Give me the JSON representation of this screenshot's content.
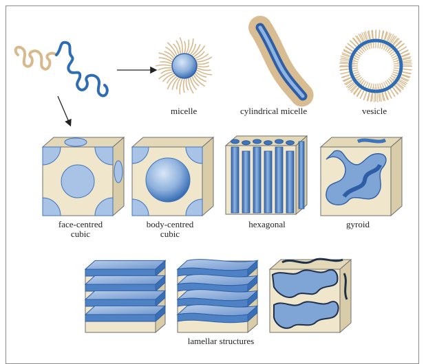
{
  "colors": {
    "polymer_tan": "#d7b98c",
    "polymer_blue": "#2e6db3",
    "cube_face": "#efe6cc",
    "cube_edge": "#6e6e6e",
    "domain_fill": "#a9c3e6",
    "domain_dark": "#3d74bd",
    "frame": "#8a8a8a"
  },
  "labels": {
    "micelle": "micelle",
    "cylindrical_micelle": "cylindrical micelle",
    "vesicle": "vesicle",
    "fcc_line1": "face-centred",
    "fcc_line2": "cubic",
    "bcc_line1": "body-centred",
    "bcc_line2": "cubic",
    "hexagonal": "hexagonal",
    "gyroid": "gyroid",
    "lamellar": "lamellar structures"
  },
  "icons": [
    "diblock-copolymer-icon",
    "arrow-right-icon",
    "arrow-down-icon",
    "micelle-icon",
    "cylindrical-micelle-icon",
    "vesicle-icon",
    "fcc-cube-icon",
    "bcc-cube-icon",
    "hexagonal-cube-icon",
    "gyroid-cube-icon",
    "lamellar-flat-icon",
    "lamellar-wavy-icon",
    "lamellar-perforated-icon"
  ]
}
